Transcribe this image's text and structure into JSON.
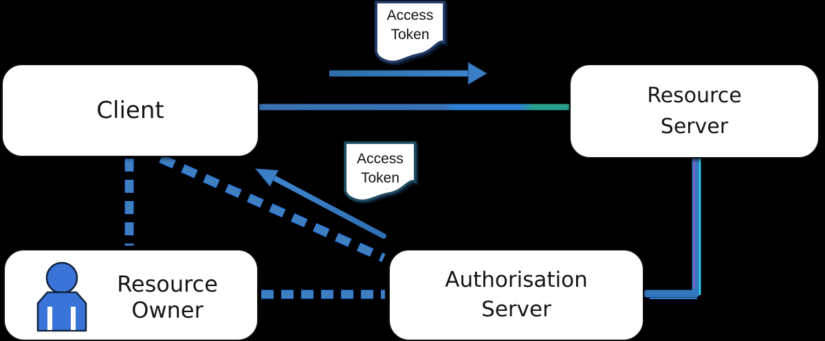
{
  "nodes": {
    "client": {
      "label": "Client"
    },
    "resource_server": {
      "line1": "Resource",
      "line2": "Server"
    },
    "resource_owner": {
      "label": "Resource Owner"
    },
    "authorisation_server": {
      "line1": "Authorisation",
      "line2": "Server"
    }
  },
  "documents": {
    "top": {
      "line1": "Access",
      "line2": "Token"
    },
    "middle": {
      "line1": "Access",
      "line2": "Token"
    }
  },
  "icons": {
    "person": "person-icon",
    "document_top": "document-icon",
    "document_middle": "document-icon"
  },
  "colors": {
    "background": "#000000",
    "node_fill": "#ffffff",
    "node_border": "#0d0d0d",
    "text": "#141414",
    "connector_blue": "#3276bd",
    "connector_bright_blue": "#2f7de0",
    "connector_inner_blue": "#3f7fbe",
    "connector_teal": "#2aa18c",
    "connector_cyan": "#35c8e8",
    "connector_magenta": "#9b59d0",
    "arrowhead_blue": "#3a7ec6",
    "doc_border_top": "#1f3864",
    "doc_border_middle": "#1c4a5e",
    "person_blue": "#3b74d8",
    "person_outline": "#10233f"
  }
}
